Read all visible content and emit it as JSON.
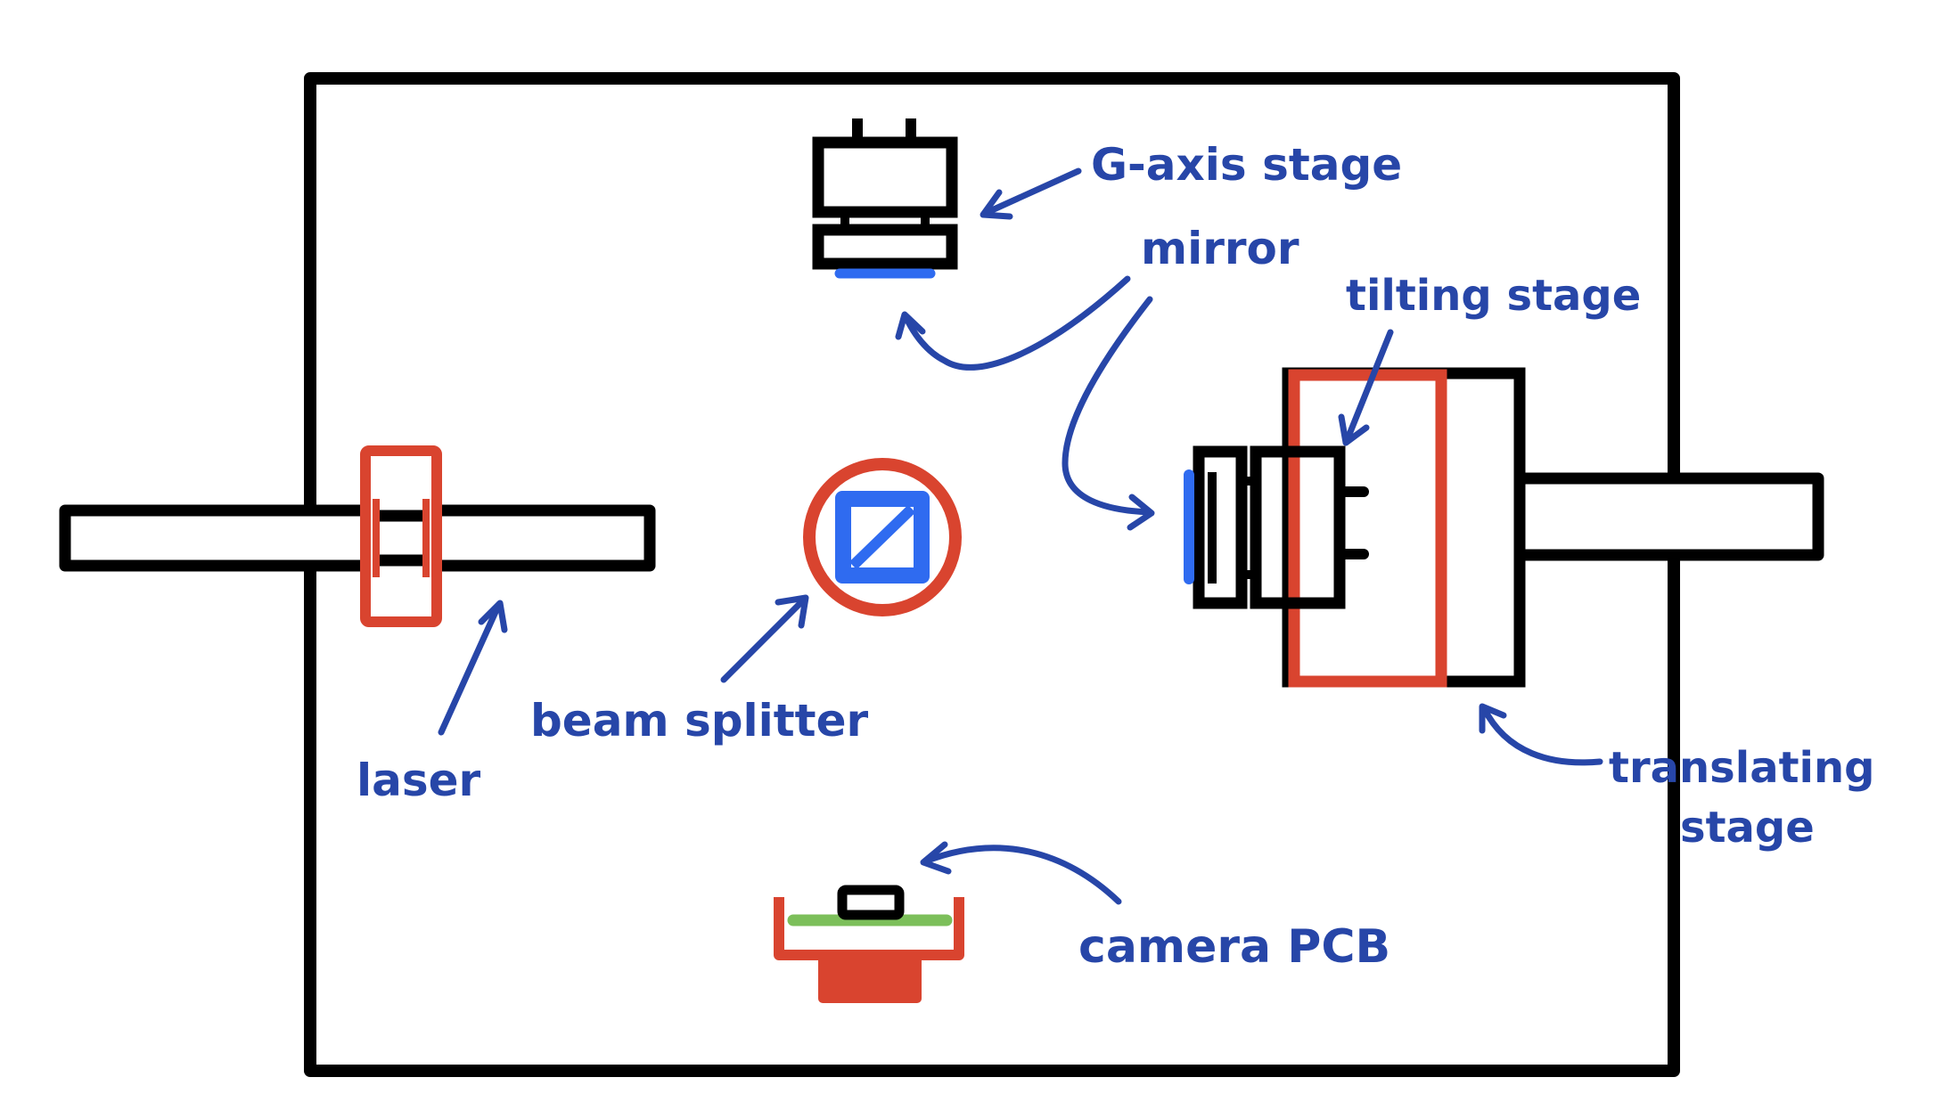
{
  "labels": {
    "laser": "laser",
    "beam_splitter": "beam splitter",
    "z_axis_stage": "G-axis stage",
    "mirror": "mirror",
    "tilting_stage": "tilting stage",
    "translating_stage_line1": "translating",
    "translating_stage_line2": "stage",
    "camera_pcb": "camera PCB"
  },
  "colors": {
    "outline": "#000000",
    "component": "#d9442f",
    "annotation": "#2746a8",
    "mirror_surface": "#2f6bf0",
    "pcb": "#7cbf5a"
  }
}
